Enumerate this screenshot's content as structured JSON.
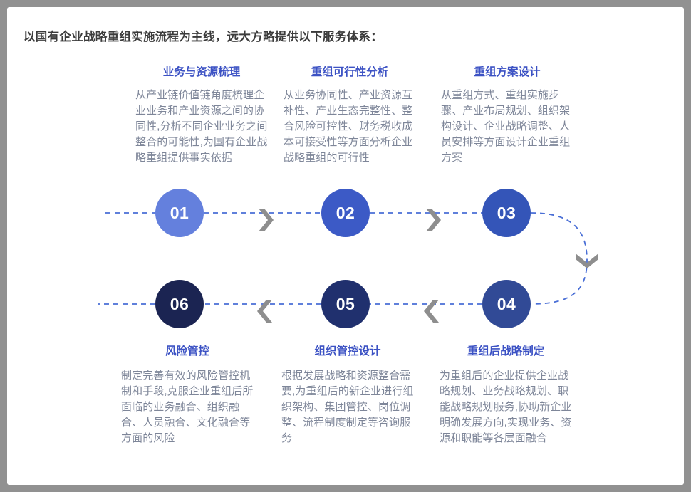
{
  "page": {
    "title": "以国有企业战略重组实施流程为主线，远大方略提供以下服务体系：",
    "frame_color": "#919191",
    "card_color": "#ffffff"
  },
  "theme": {
    "heading_color": "#3c52c4",
    "body_color": "#7e8699",
    "title_color": "#3b3b3b",
    "connector_color": "#4a6fd6",
    "chevron_color": "#8e8e8e"
  },
  "flow": {
    "steps": [
      {
        "number": "01",
        "heading": "业务与资源梳理",
        "body": "从产业链价值链角度梳理企业业务和产业资源之间的协同性,分析不同企业业务之间整合的可能性,为国有企业战略重组提供事实依据",
        "circle_color": "#6480dd",
        "position": "top"
      },
      {
        "number": "02",
        "heading": "重组可行性分析",
        "body": "从业务协同性、产业资源互补性、产业生态完整性、整合风险可控性、财务税收成本可接受性等方面分析企业战略重组的可行性",
        "circle_color": "#3c5ac6",
        "position": "top"
      },
      {
        "number": "03",
        "heading": "重组方案设计",
        "body": "从重组方式、重组实施步骤、产业布局规划、组织架构设计、企业战略调整、人员安排等方面设计企业重组方案",
        "circle_color": "#3455b8",
        "position": "top"
      },
      {
        "number": "04",
        "heading": "重组后战略制定",
        "body": "为重组后的企业提供企业战略规划、业务战略规划、职能战略规划服务,协助新企业明确发展方向,实现业务、资源和职能等各层面融合",
        "circle_color": "#314a96",
        "position": "bottom"
      },
      {
        "number": "05",
        "heading": "组织管控设计",
        "body": "根据发展战略和资源整合需要,为重组后的新企业进行组织架构、集团管控、岗位调整、流程制度制定等咨询服务",
        "circle_color": "#20306e",
        "position": "bottom"
      },
      {
        "number": "06",
        "heading": "风险管控",
        "body": "制定完善有效的风险管控机制和手段,克服企业重组后所面临的业务融合、组织融合、人员融合、文化融合等方面的风险",
        "circle_color": "#1b2452",
        "position": "bottom"
      }
    ],
    "connectors": [
      {
        "name": "arrow-01-to-02",
        "direction": "right"
      },
      {
        "name": "arrow-02-to-03",
        "direction": "right"
      },
      {
        "name": "arrow-03-to-04",
        "direction": "down"
      },
      {
        "name": "arrow-04-to-05",
        "direction": "left"
      },
      {
        "name": "arrow-05-to-06",
        "direction": "left"
      }
    ]
  }
}
